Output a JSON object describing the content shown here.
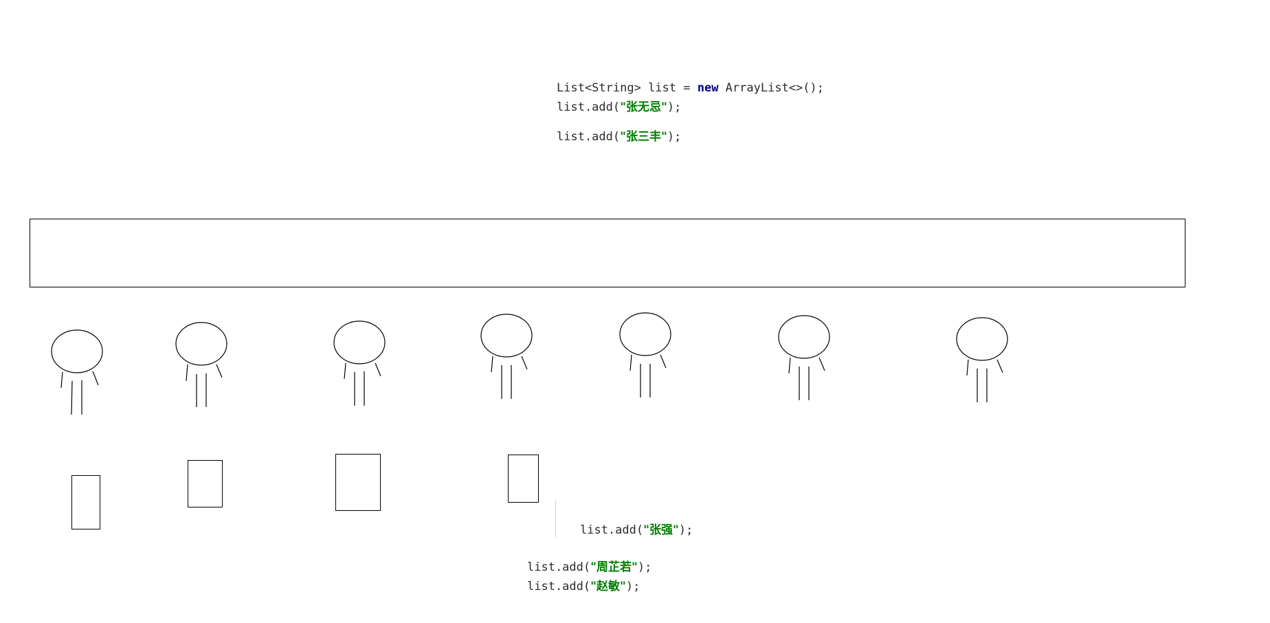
{
  "code_top": {
    "line1": {
      "type": "List<String>",
      "var": " list = ",
      "keyword": "new",
      "ctor": " ArrayList<>();"
    },
    "line2": {
      "prefix": "list.add(",
      "arg": "\"张无忌\"",
      "suffix": ");"
    },
    "line3": {
      "prefix": "list.add(",
      "arg": "\"张三丰\"",
      "suffix": ");"
    }
  },
  "code_bottom": {
    "line1": {
      "prefix": "list.add(",
      "arg": "\"张强\"",
      "suffix": ");"
    },
    "line2": {
      "prefix": "list.add(",
      "arg": "\"周芷若\"",
      "suffix": ");"
    },
    "line3": {
      "prefix": "list.add(",
      "arg": "\"赵敏\"",
      "suffix": ");"
    }
  },
  "figures": [
    "person",
    "person",
    "person",
    "person",
    "person",
    "person",
    "person"
  ],
  "boxes": [
    "box",
    "box",
    "box",
    "box"
  ]
}
